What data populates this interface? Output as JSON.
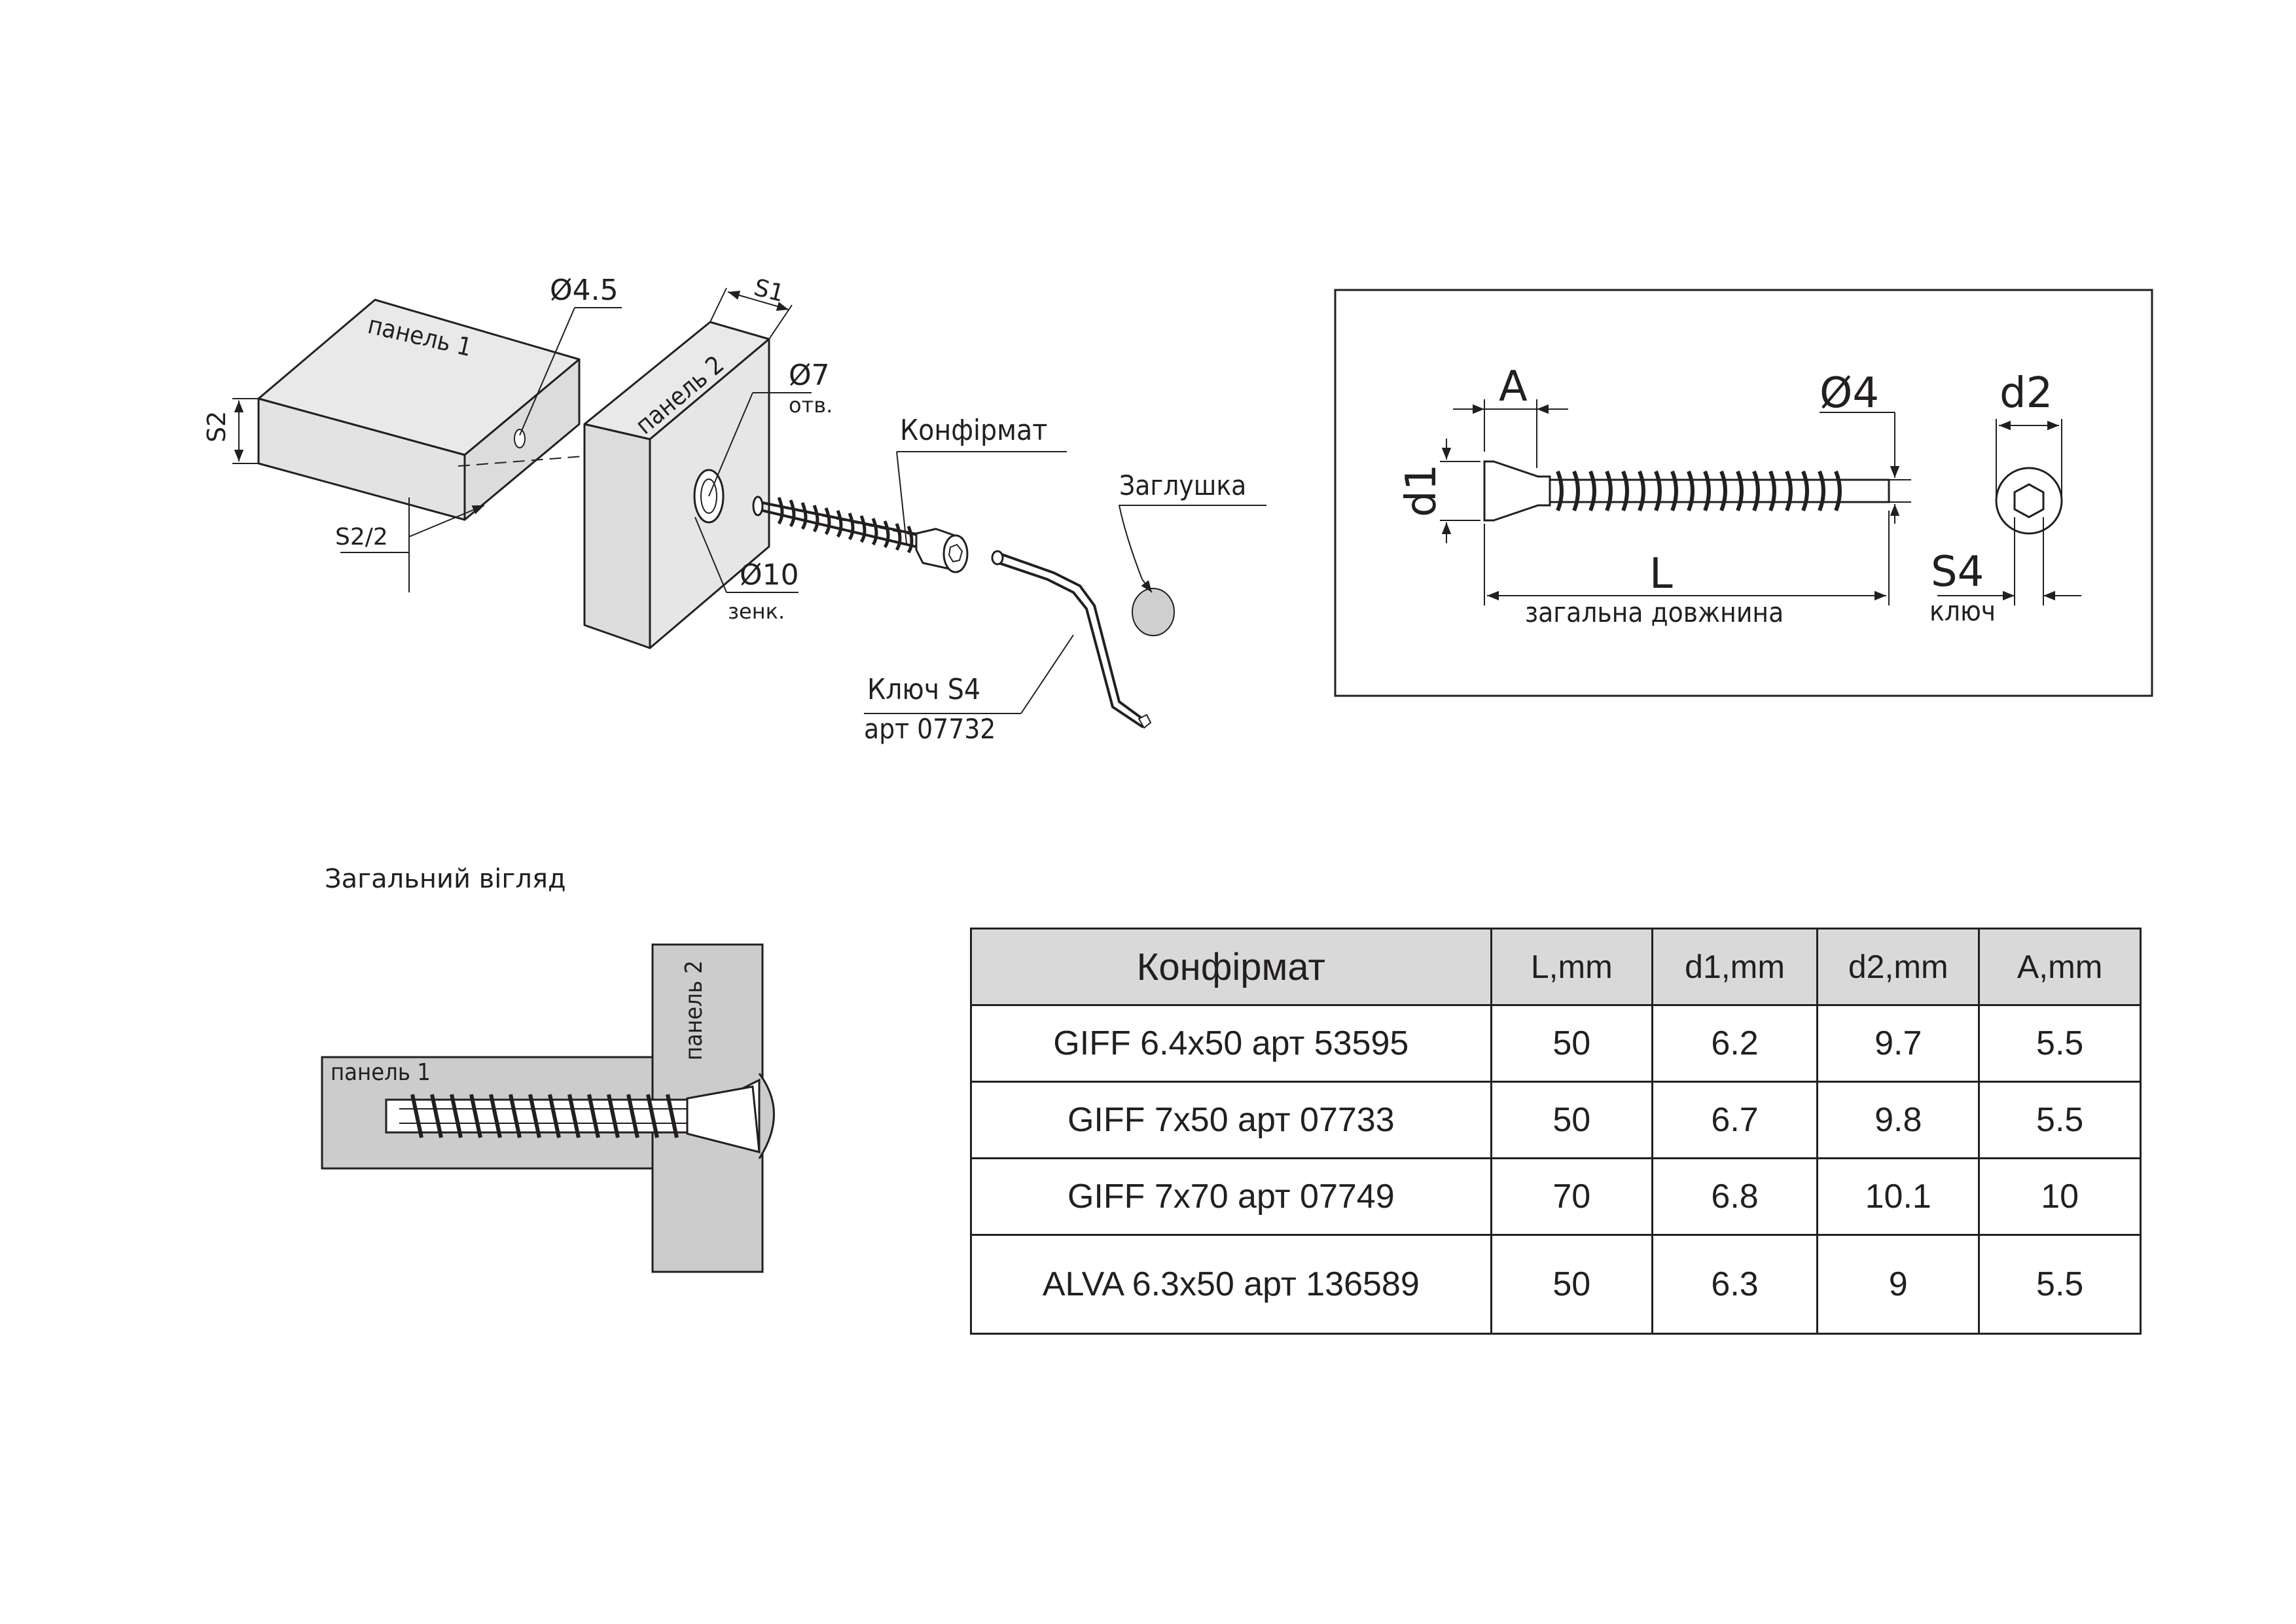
{
  "exploded_view": {
    "panel1_label": "панель 1",
    "panel2_label": "панель 2",
    "dim_s2": "S2",
    "dim_s2_half": "S2/2",
    "dim_s1": "S1",
    "hole_4_5": "Ø4.5",
    "hole_7": "Ø7",
    "hole_7_note": "отв.",
    "hole_10": "Ø10",
    "hole_10_note": "зенк.",
    "confirmat_label": "Конфірмат",
    "cap_label": "Заглушка",
    "key_label": "Ключ S4",
    "key_article": "арт 07732"
  },
  "screw_detail": {
    "dim_a": "A",
    "dim_d4": "Ø4",
    "dim_d2": "d2",
    "dim_d1": "d1",
    "dim_l": "L",
    "dim_l_note": "загальна довжнина",
    "dim_s4": "S4",
    "dim_s4_note": "ключ"
  },
  "general_view": {
    "title": "Загальний вігляд",
    "panel1_label": "панель 1",
    "panel2_label": "панель 2"
  },
  "spec_table": {
    "headers": [
      "Конфірмат",
      "L,mm",
      "d1,mm",
      "d2,mm",
      "A,mm"
    ],
    "rows": [
      [
        "GIFF 6.4x50 арт 53595",
        "50",
        "6.2",
        "9.7",
        "5.5"
      ],
      [
        "GIFF 7x50 арт 07733",
        "50",
        "6.7",
        "9.8",
        "5.5"
      ],
      [
        "GIFF 7x70 арт 07749",
        "70",
        "6.8",
        "10.1",
        "10"
      ],
      [
        "ALVA 6.3x50 арт 136589",
        "50",
        "6.3",
        "9",
        "5.5"
      ]
    ]
  },
  "colors": {
    "panel_fill": "#e6e6e6",
    "panel_section_fill": "#cccccc",
    "line": "#231f20",
    "header_fill": "#d9d9d9"
  }
}
